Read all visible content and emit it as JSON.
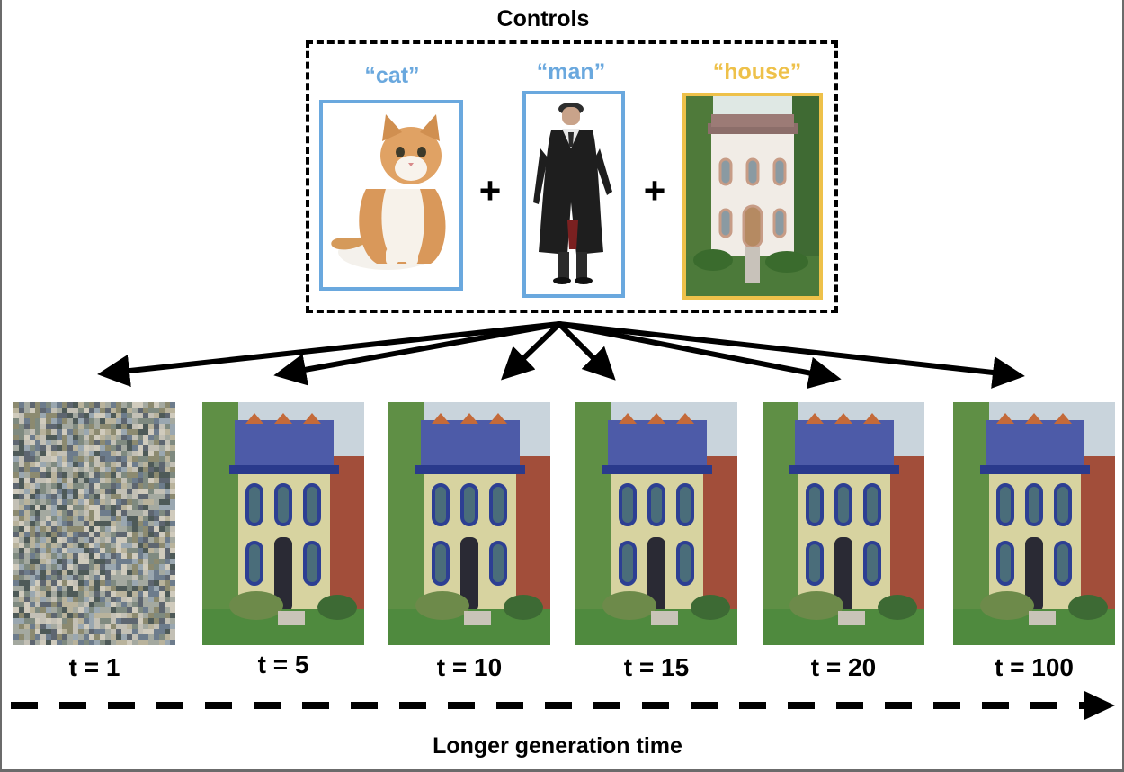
{
  "title": "Controls",
  "controls": [
    {
      "label": "“cat”",
      "color": "#6aa8de",
      "icon": "cat-photo"
    },
    {
      "label": "“man”",
      "color": "#6aa8de",
      "icon": "man-photo"
    },
    {
      "label": "“house”",
      "color": "#eec14a",
      "icon": "house-photo"
    }
  ],
  "operator": "+",
  "outputs": [
    {
      "label": "t = 1",
      "kind": "noise"
    },
    {
      "label": "t = 5",
      "kind": "generated-house"
    },
    {
      "label": "t = 10",
      "kind": "generated-house"
    },
    {
      "label": "t = 15",
      "kind": "generated-house"
    },
    {
      "label": "t = 20",
      "kind": "generated-house"
    },
    {
      "label": "t = 100",
      "kind": "generated-house"
    }
  ],
  "timeline_caption": "Longer generation time"
}
